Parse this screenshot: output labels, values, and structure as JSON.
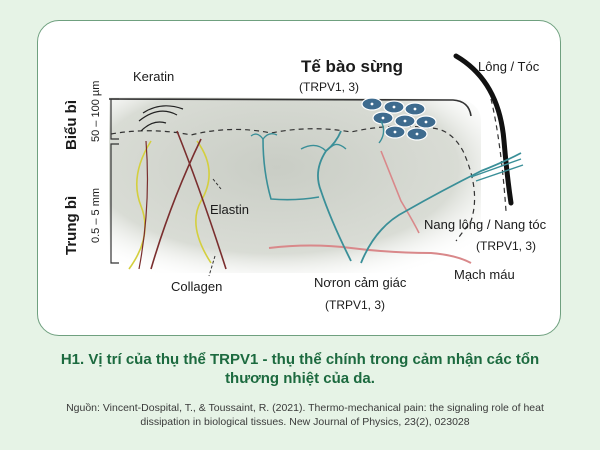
{
  "diagram": {
    "layers": {
      "epidermis": "Biểu bì",
      "epidermis_depth": "50 – 100 µm",
      "dermis": "Trung bì",
      "dermis_depth": "0.5 – 5 mm"
    },
    "labels": {
      "keratin": "Keratin",
      "keratinocyte": "Tế bào sừng",
      "keratinocyte_trpv": "(TRPV1, 3)",
      "hair": "Lông / Tóc",
      "elastin": "Elastin",
      "follicle": "Nang lông / Nang tóc",
      "follicle_trpv": "(TRPV1, 3)",
      "blood_vessel": "Mạch máu",
      "neuron": "Nơron cảm giác",
      "neuron_trpv": "(TRPV1, 3)",
      "collagen": "Collagen"
    },
    "colors": {
      "nerve": "#3a8f98",
      "collagen_fiber": "#7a2e2e",
      "elastin_fiber": "#d4cf3e",
      "blood_vessel": "#d9888a",
      "keratinocyte_cell": "#3e6b8e"
    }
  },
  "caption": "H1. Vị trí của thụ thể TRPV1 - thụ thể chính trong cảm nhận các tổn thương nhiệt của da.",
  "source": "Nguồn: Vincent-Dospital, T., & Toussaint, R. (2021). Thermo-mechanical pain: the signaling role of heat dissipation in biological tissues. New Journal of Physics, 23(2), 023028"
}
